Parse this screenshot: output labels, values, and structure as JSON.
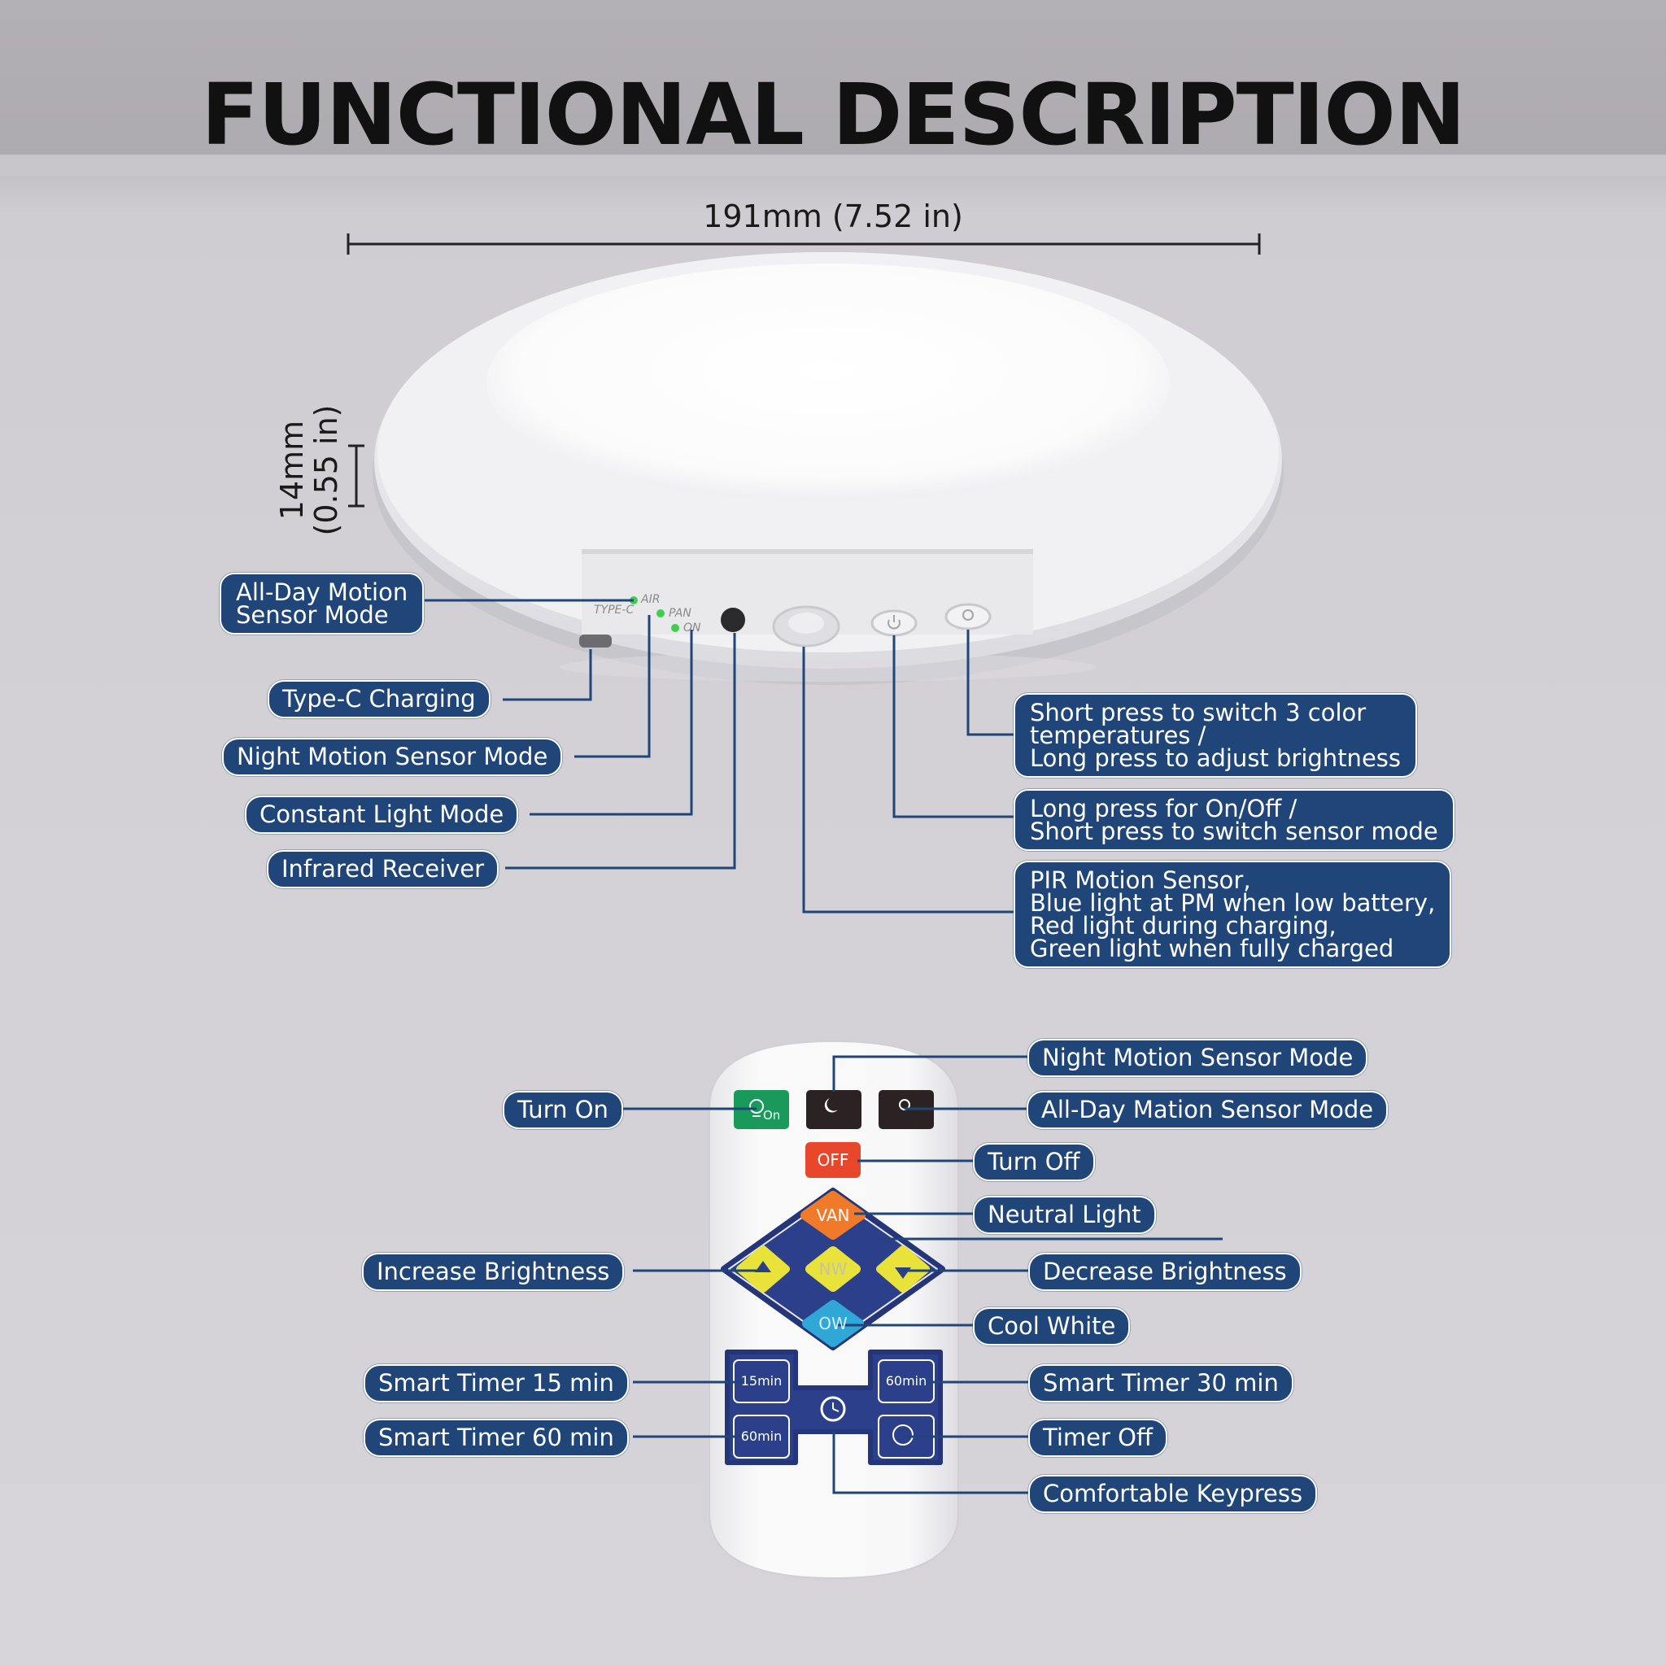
{
  "title": "FUNCTIONAL DESCRIPTION",
  "dimensions": {
    "width": "191mm (7.52 in)",
    "height_line1": "14mm",
    "height_line2": "(0.55 in)"
  },
  "light_labels": {
    "all_day_1": "All-Day Motion",
    "all_day_2": "Sensor Mode",
    "type_c": "Type-C Charging",
    "night": "Night Motion Sensor Mode",
    "constant": "Constant Light Mode",
    "infrared": "Infrared Receiver",
    "color_temp_1": "Short press to switch 3 color",
    "color_temp_2": "temperatures /",
    "color_temp_3": "Long press to adjust brightness",
    "power_1": "Long press for On/Off /",
    "power_2": "Short press to switch sensor mode",
    "pir_1": "PIR Motion Sensor,",
    "pir_2": "Blue light at PM when low battery,",
    "pir_3": "Red light during charging,",
    "pir_4": "Green light when fully charged"
  },
  "device_marks": {
    "air": "AIR",
    "pan": "PAN",
    "on": "ON",
    "type_c": "TYPE-C"
  },
  "remote_labels": {
    "turn_on": "Turn On",
    "night": "Night Motion Sensor Mode",
    "all_day": "All-Day Mation Sensor Mode",
    "turn_off": "Turn Off",
    "neutral": "Neutral Light",
    "increase": "Increase Brightness",
    "decrease": "Decrease Brightness",
    "cool": "Cool White",
    "timer15": "Smart Timer 15 min",
    "timer30": "Smart Timer 30 min",
    "timer60": "Smart Timer 60 min",
    "timer_off": "Timer Off",
    "comfortable": "Comfortable Keypress"
  },
  "remote_keys": {
    "on": "On",
    "off": "OFF",
    "van": "VAN",
    "nw": "NW",
    "ow": "OW",
    "t15": "15min",
    "t60a": "60min",
    "t60b": "60min"
  },
  "colors": {
    "pill_bg": "#1f4579",
    "pill_text": "#ffffff",
    "leader": "#1f4579",
    "key_on": "#1a9a5a",
    "key_off": "#e8472b",
    "key_van": "#f07a2a",
    "key_nw": "#e8e23a",
    "key_ow": "#2fa8d8",
    "dpad": "#2c3f8a"
  }
}
